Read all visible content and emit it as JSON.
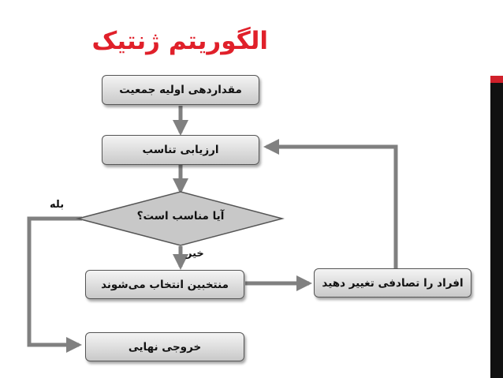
{
  "title": "الگوریتم ژنتیک",
  "colors": {
    "title": "#e0202a",
    "connector": "#808080",
    "box_border": "#555555",
    "accent_red": "#d0202a",
    "accent_dark": "#111111"
  },
  "nodes": {
    "init": "مقداردهی اولیه جمعیت",
    "fitness": "ارزیابی تناسب",
    "decision": "آیا مناسب است؟",
    "select": "منتخبین انتخاب می‌شوند",
    "mutate": "افراد را تصادفی تغییر دهید",
    "output": "خروجی نهایی"
  },
  "edge_labels": {
    "yes": "بله",
    "no": "خیر"
  }
}
